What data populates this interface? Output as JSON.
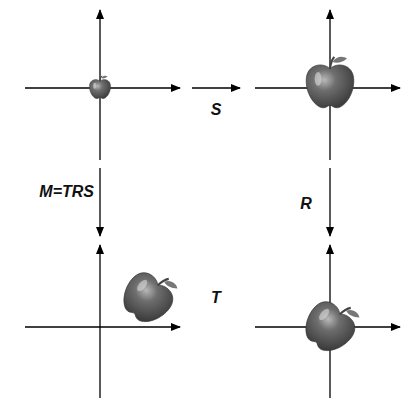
{
  "diagram": {
    "labels": [
      "S",
      "M=TRS",
      "R",
      "T"
    ]
  }
}
